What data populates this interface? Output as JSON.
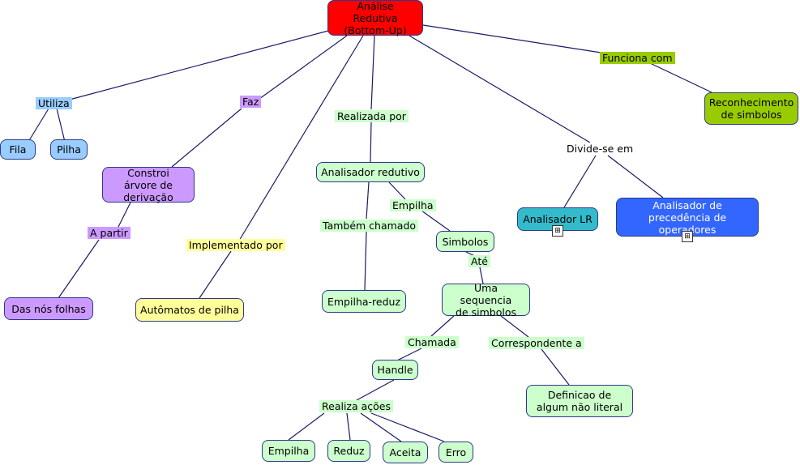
{
  "nodes": {
    "root": "Análise Redutiva (Bottom-Up)",
    "fila": "Fila",
    "pilha": "Pilha",
    "constroi": "Constroi árvore de derivação",
    "nos_folhas": "Das nós folhas",
    "automatos": "Autômatos de pilha",
    "analisador_redutivo": "Analisador redutivo",
    "empilha_reduz": "Empilha-reduz",
    "simbolos": "Simbolos",
    "sequencia": "Uma sequencia de simbolos",
    "handle": "Handle",
    "definicao": "Definicao de algum não literal",
    "empilha": "Empilha",
    "reduz": "Reduz",
    "aceita": "Aceita",
    "erro": "Erro",
    "analisador_lr": "Analisador LR",
    "precedencia": "Analisador de precedência de operadores",
    "reconhecimento": "Reconhecimento de simbolos"
  },
  "links": {
    "utiliza": "Utiliza",
    "faz": "Faz",
    "a_partir": "A partir",
    "implementado_por": "Implementado por",
    "realizada_por": "Realizada por",
    "tambem_chamado": "Também chamado",
    "empilha": "Empilha",
    "ate": "Até",
    "chamada": "Chamada",
    "correspondente_a": "Correspondente a",
    "realiza_acoes": "Realiza ações",
    "divide_se_em": "Divide-se em",
    "funciona_com": "Funciona com"
  },
  "colors": {
    "root": "#ff0000",
    "blue": "#99ccff",
    "purple": "#cc99ff",
    "yellow": "#ffff99",
    "mint": "#ccffcc",
    "olive": "#99cc00",
    "teal": "#33bbcc",
    "royal": "#3366ff",
    "line": "#1a1a66"
  },
  "icons": [
    "submap-icon",
    "submap-icon"
  ]
}
